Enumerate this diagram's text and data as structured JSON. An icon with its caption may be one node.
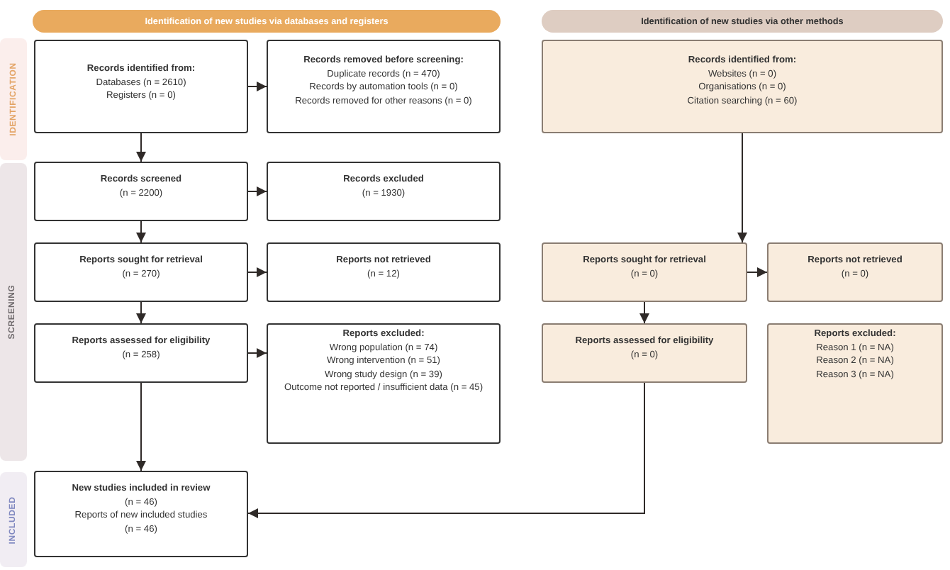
{
  "diagram": {
    "nodes": [
      {
        "text": [
          "Identification of new studies via databases and registers"
        ]
      },
      {
        "text": [
          "Identification of new studies via other methods"
        ]
      },
      {
        "text": [
          "IDENTIFICATION"
        ]
      },
      {
        "text": [
          "SCREENING"
        ]
      },
      {
        "text": [
          "INCLUDED"
        ]
      },
      {
        "text": [
          "Records identified from:",
          "Databases (n = 2610)",
          "Registers (n = 0)"
        ]
      },
      {
        "text": [
          "Records removed before screening:",
          "Duplicate records (n = 470)",
          "Records by automation tools (n = 0)",
          "Records removed for other reasons (n = 0)"
        ]
      },
      {
        "text": [
          "Records identified from:",
          "Websites (n = 0)",
          "Organisations (n = 0)",
          "Citation searching (n = 60)"
        ]
      },
      {
        "text": [
          "Records screened",
          "(n = 2200)"
        ]
      },
      {
        "text": [
          "Records excluded",
          "(n = 1930)"
        ]
      },
      {
        "text": [
          "Reports sought for retrieval",
          "(n = 270)"
        ]
      },
      {
        "text": [
          "Reports not retrieved",
          "(n = 12)"
        ]
      },
      {
        "text": [
          "Reports sought for retrieval",
          "(n = 0)"
        ]
      },
      {
        "text": [
          "Reports not retrieved",
          "(n = 0)"
        ]
      },
      {
        "text": [
          "Reports assessed for eligibility",
          "(n = 258)"
        ]
      },
      {
        "text": [
          "Reports excluded:",
          "Wrong population (n = 74)",
          "Wrong intervention (n = 51)",
          "Wrong study design (n = 39)",
          "Outcome not reported / insufficient data (n = 45)"
        ]
      },
      {
        "text": [
          "Reports assessed for eligibility",
          "(n = 0)"
        ]
      },
      {
        "text": [
          "Reports excluded:",
          "Reason 1 (n = NA)",
          "Reason 2 (n = NA)",
          "Reason 3 (n = NA)"
        ]
      },
      {
        "text": [
          "New studies included in review",
          "(n = 46)",
          "Reports of new included studies",
          "(n = 46)"
        ]
      }
    ],
    "edges": [
      {
        "from": 5,
        "to": 6,
        "arrow": "to"
      },
      {
        "from": 5,
        "to": 8,
        "arrow": "to"
      },
      {
        "from": 8,
        "to": 9,
        "arrow": "to"
      },
      {
        "from": 8,
        "to": 10,
        "arrow": "to"
      },
      {
        "from": 10,
        "to": 11,
        "arrow": "to"
      },
      {
        "from": 10,
        "to": 14,
        "arrow": "to"
      },
      {
        "from": 14,
        "to": 15,
        "arrow": "to"
      },
      {
        "from": 14,
        "to": 18,
        "arrow": "to"
      },
      {
        "from": 7,
        "to": 12,
        "arrow": "to"
      },
      {
        "from": 12,
        "to": 13,
        "arrow": "to"
      },
      {
        "from": 12,
        "to": 16,
        "arrow": "to"
      },
      {
        "from": 16,
        "to": 18,
        "arrow": "to"
      }
    ]
  }
}
